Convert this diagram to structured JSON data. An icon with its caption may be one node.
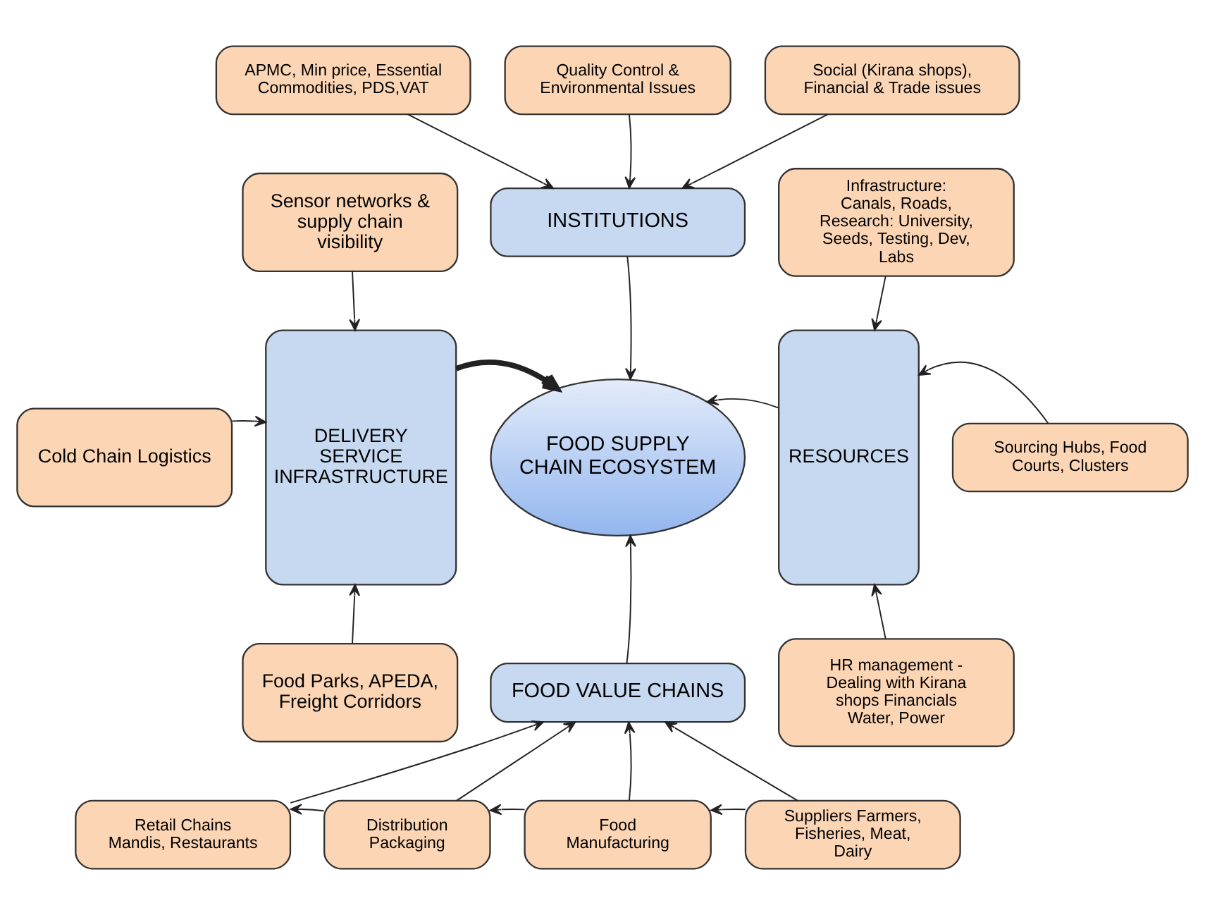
{
  "diagram": {
    "nodes": [
      {
        "text": [
          "APMC, Min price, Essential Commodities, PDS,VAT"
        ]
      },
      {
        "text": [
          "Quality Control & Environmental Issues"
        ]
      },
      {
        "text": [
          "Social (Kirana shops), Financial & Trade issues"
        ]
      },
      {
        "text": [
          "INSTITUTIONS"
        ]
      },
      {
        "text": [
          "Sensor networks & supply chain visibility"
        ]
      },
      {
        "text": [
          "Cold Chain Logistics"
        ]
      },
      {
        "text": [
          "Food Parks, APEDA, Freight Corridors"
        ]
      },
      {
        "text": [
          "DELIVERY SERVICE INFRASTRUCTURE"
        ]
      },
      {
        "text": [
          "FOOD SUPPLY CHAIN ECOSYSTEM"
        ]
      },
      {
        "text": [
          "Infrastructure: Canals, Roads, Research: University, Seeds, Testing, Dev, Labs"
        ]
      },
      {
        "text": [
          "Sourcing Hubs, Food Courts, Clusters"
        ]
      },
      {
        "text": [
          "HR management - Dealing with Kirana shops Financials Water, Power"
        ]
      },
      {
        "text": [
          "RESOURCES"
        ]
      },
      {
        "text": [
          "FOOD VALUE CHAINS"
        ]
      },
      {
        "text": [
          "Retail Chains Mandis, Restaurants"
        ]
      },
      {
        "text": [
          "Distribution Packaging"
        ]
      },
      {
        "text": [
          "Food Manufacturing"
        ]
      },
      {
        "text": [
          "Suppliers Farmers, Fisheries, Meat, Dairy"
        ]
      }
    ],
    "edges": [
      {
        "from": 0,
        "to": 3,
        "arrow": "to"
      },
      {
        "from": 1,
        "to": 3,
        "arrow": "to"
      },
      {
        "from": 2,
        "to": 3,
        "arrow": "to"
      },
      {
        "from": 3,
        "to": 8,
        "arrow": "to"
      },
      {
        "from": 4,
        "to": 7,
        "arrow": "to"
      },
      {
        "from": 5,
        "to": 7,
        "arrow": "to"
      },
      {
        "from": 6,
        "to": 7,
        "arrow": "to"
      },
      {
        "from": 7,
        "to": 8,
        "arrow": "to",
        "style": "thick"
      },
      {
        "from": 9,
        "to": 12,
        "arrow": "to"
      },
      {
        "from": 10,
        "to": 12,
        "arrow": "to"
      },
      {
        "from": 11,
        "to": 12,
        "arrow": "to"
      },
      {
        "from": 12,
        "to": 8,
        "arrow": "to"
      },
      {
        "from": 13,
        "to": 8,
        "arrow": "to"
      },
      {
        "from": 14,
        "to": 13,
        "arrow": "to"
      },
      {
        "from": 15,
        "to": 13,
        "arrow": "to"
      },
      {
        "from": 16,
        "to": 13,
        "arrow": "to"
      },
      {
        "from": 17,
        "to": 13,
        "arrow": "to"
      },
      {
        "from": 17,
        "to": 16,
        "arrow": "to"
      },
      {
        "from": 16,
        "to": 15,
        "arrow": "to"
      },
      {
        "from": 15,
        "to": 14,
        "arrow": "to"
      }
    ]
  }
}
